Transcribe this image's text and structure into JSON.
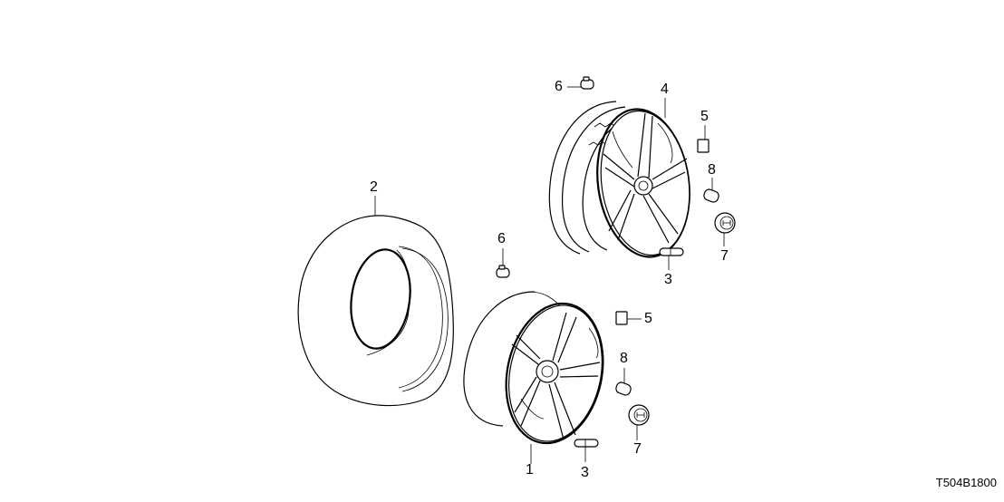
{
  "diagram": {
    "title_code": "T504B1800",
    "callouts": [
      {
        "id": "c1",
        "label": "1",
        "part": "wheel-lower"
      },
      {
        "id": "c2",
        "label": "2",
        "part": "tire"
      },
      {
        "id": "c3a",
        "label": "3",
        "part": "valve-upper"
      },
      {
        "id": "c3b",
        "label": "3",
        "part": "valve-lower"
      },
      {
        "id": "c4",
        "label": "4",
        "part": "wheel-upper"
      },
      {
        "id": "c5a",
        "label": "5",
        "part": "weight-upper"
      },
      {
        "id": "c5b",
        "label": "5",
        "part": "weight-lower"
      },
      {
        "id": "c6a",
        "label": "6",
        "part": "clip-upper"
      },
      {
        "id": "c6b",
        "label": "6",
        "part": "clip-lower"
      },
      {
        "id": "c7a",
        "label": "7",
        "part": "center-cap-upper"
      },
      {
        "id": "c7b",
        "label": "7",
        "part": "center-cap-lower"
      },
      {
        "id": "c8a",
        "label": "8",
        "part": "lug-nut-upper"
      },
      {
        "id": "c8b",
        "label": "8",
        "part": "lug-nut-lower"
      }
    ]
  }
}
